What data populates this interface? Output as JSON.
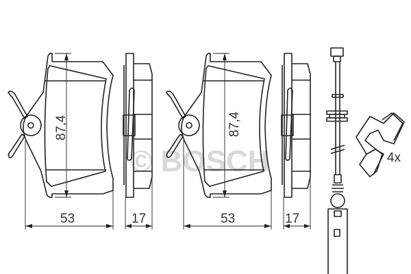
{
  "watermark": "© BOSCH",
  "pads": [
    {
      "height_label": "87,4",
      "width_label": "53",
      "thickness_label": "17"
    },
    {
      "height_label": "87,4",
      "width_label": "53",
      "thickness_label": "17"
    }
  ],
  "clips": {
    "quantity_label": "4x"
  },
  "colors": {
    "line": "#222222",
    "watermark": "#bbbbbb"
  }
}
